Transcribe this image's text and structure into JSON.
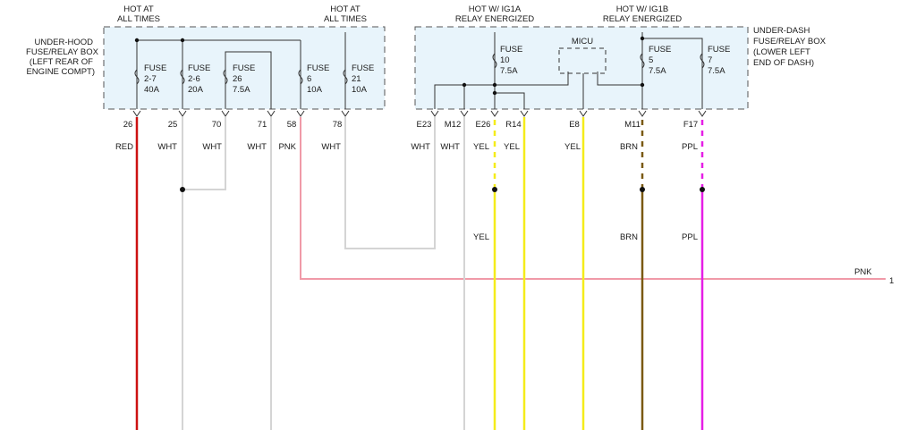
{
  "headers": {
    "hot_at_all_times_1": [
      "HOT AT",
      "ALL TIMES"
    ],
    "hot_at_all_times_2": [
      "HOT AT",
      "ALL TIMES"
    ],
    "hot_ig1a": [
      "HOT W/ IG1A",
      "RELAY ENERGIZED"
    ],
    "hot_ig1b": [
      "HOT W/ IG1B",
      "RELAY ENERGIZED"
    ]
  },
  "boxes": {
    "under_hood": [
      "UNDER-HOOD",
      "FUSE/RELAY BOX",
      "(LEFT REAR OF",
      "ENGINE COMPT)"
    ],
    "under_dash": [
      "UNDER-DASH",
      "FUSE/RELAY BOX",
      "(LOWER LEFT",
      "END OF DASH)"
    ]
  },
  "micu_label": "MICU",
  "fuses": [
    {
      "lines": [
        "FUSE",
        "2-7",
        "40A"
      ]
    },
    {
      "lines": [
        "FUSE",
        "2-6",
        "20A"
      ]
    },
    {
      "lines": [
        "FUSE",
        "26",
        "7.5A"
      ]
    },
    {
      "lines": [
        "FUSE",
        "6",
        "10A"
      ]
    },
    {
      "lines": [
        "FUSE",
        "21",
        "10A"
      ]
    },
    {
      "lines": [
        "FUSE",
        "10",
        "7.5A"
      ]
    },
    {
      "lines": [
        "FUSE",
        "5",
        "7.5A"
      ]
    },
    {
      "lines": [
        "FUSE",
        "7",
        "7.5A"
      ]
    }
  ],
  "pins": [
    "26",
    "25",
    "70",
    "71",
    "58",
    "78",
    "E23",
    "M12",
    "E26",
    "R14",
    "E8",
    "M11",
    "F17"
  ],
  "wire_colors": {
    "red": "#cc1111",
    "white": "#d4d4d4",
    "pink": "#f09aa8",
    "yellow": "#f5ec1a",
    "brown": "#7a5a12",
    "purple": "#e61ee6"
  },
  "wire_labels_top": [
    "RED",
    "WHT",
    "WHT",
    "WHT",
    "PNK",
    "WHT",
    "WHT",
    "WHT",
    "YEL",
    "YEL",
    "YEL",
    "BRN",
    "PPL"
  ],
  "wire_labels_mid": [
    "YEL",
    "BRN",
    "PPL"
  ],
  "pnk_out": {
    "label": "PNK",
    "number": "1"
  }
}
